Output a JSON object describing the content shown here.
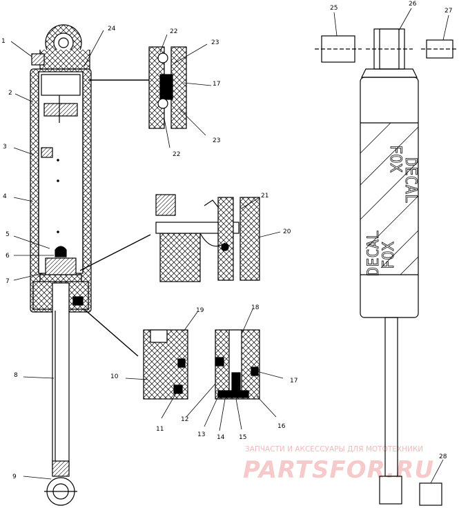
{
  "callouts": [
    "1",
    "2",
    "3",
    "4",
    "5",
    "6",
    "7",
    "8",
    "9",
    "10",
    "11",
    "12",
    "13",
    "14",
    "15",
    "16",
    "17",
    "17",
    "18",
    "19",
    "20",
    "21",
    "22",
    "22",
    "23",
    "23",
    "24",
    "25",
    "26",
    "27",
    "28"
  ],
  "decal_lines": [
    "FOX",
    "DECAL",
    "FOX",
    "DECAL"
  ],
  "watermark": {
    "top": "ЗАПЧАСТИ И АКСЕССУАРЫ ДЛЯ МОТОТЕХНИКИ",
    "brand": "PARTSFOR.RU"
  }
}
